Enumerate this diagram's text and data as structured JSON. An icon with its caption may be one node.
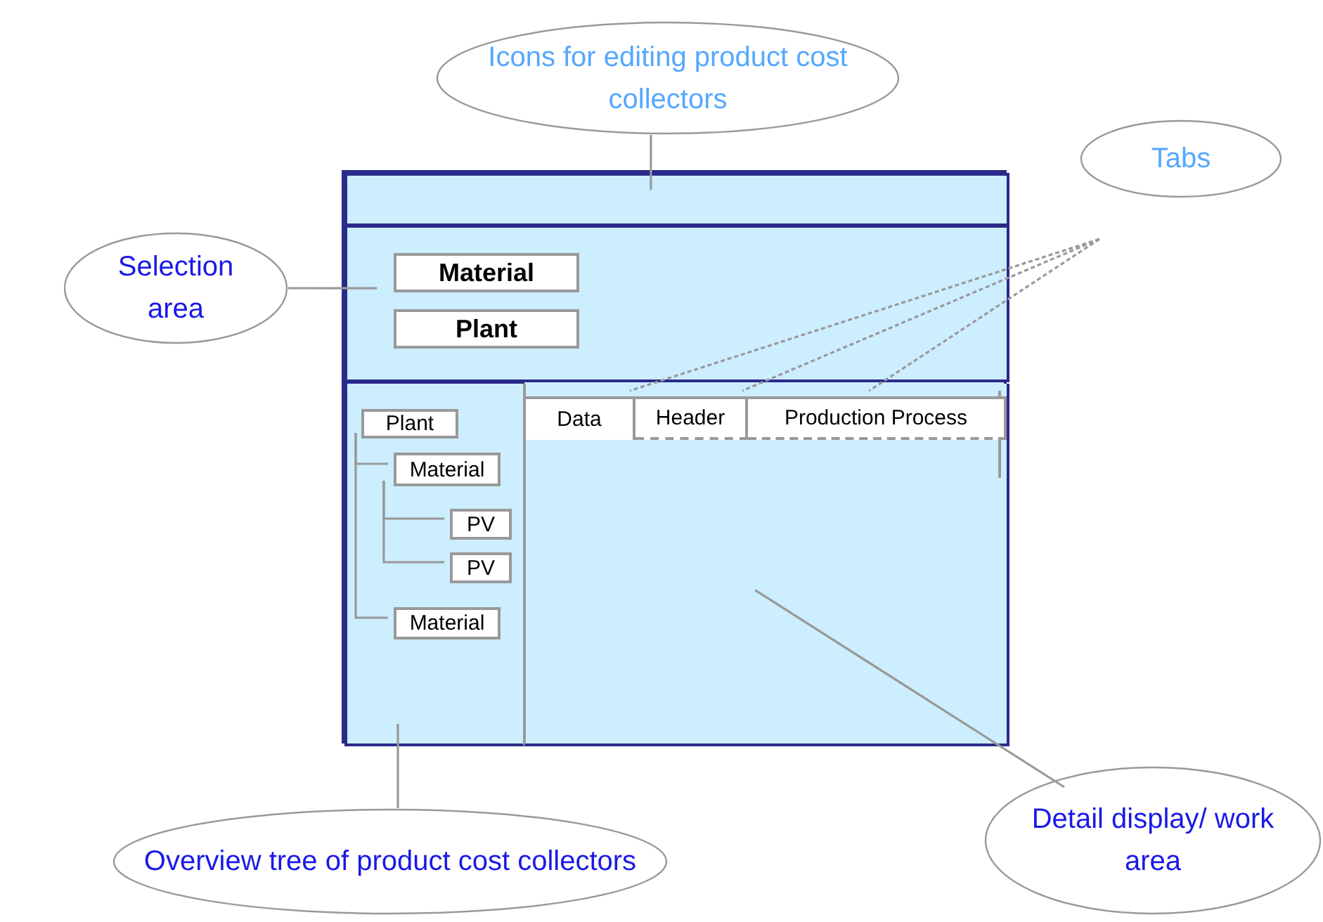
{
  "diagram": {
    "nodes": [
      {
        "text": [
          "Icons for editing product cost collectors"
        ]
      },
      {
        "text": [
          "Tabs"
        ]
      },
      {
        "text": [
          "Selection area"
        ]
      },
      {
        "text": [],
        "shape": "box"
      },
      {
        "text": [],
        "shape": "box",
        "in": 3
      },
      {
        "text": [],
        "shape": "box",
        "in": 3
      },
      {
        "text": [
          "Material"
        ],
        "in": 5
      },
      {
        "text": [
          "Plant"
        ],
        "in": 5
      },
      {
        "text": [],
        "shape": "box",
        "in": 3
      },
      {
        "text": [
          "Plant"
        ],
        "in": 8
      },
      {
        "text": [
          "Material"
        ],
        "in": 8
      },
      {
        "text": [
          "PV"
        ],
        "in": 8
      },
      {
        "text": [
          "PV"
        ],
        "in": 8
      },
      {
        "text": [
          "Material"
        ],
        "in": 8
      },
      {
        "text": [],
        "shape": "box",
        "in": 3
      },
      {
        "text": [
          "Data"
        ],
        "in": 14
      },
      {
        "text": [
          "Header"
        ],
        "in": 14
      },
      {
        "text": [
          "Production Process"
        ],
        "in": 14
      },
      {
        "text": [
          "Overview tree of product cost collectors"
        ]
      },
      {
        "text": [
          "Detail display/ work area"
        ]
      }
    ],
    "edges": [
      {
        "from": 0,
        "to": 4,
        "arrow": "none"
      },
      {
        "from": 2,
        "to": 5,
        "arrow": "none"
      },
      {
        "from": 1,
        "to": 15,
        "arrow": "none",
        "style": "dashed"
      },
      {
        "from": 1,
        "to": 16,
        "arrow": "none",
        "style": "dashed"
      },
      {
        "from": 1,
        "to": 17,
        "arrow": "none",
        "style": "dashed"
      },
      {
        "from": 18,
        "to": 8,
        "arrow": "none"
      },
      {
        "from": 19,
        "to": 14,
        "arrow": "none"
      },
      {
        "from": 9,
        "to": 10,
        "arrow": "none"
      },
      {
        "from": 10,
        "to": 11,
        "arrow": "none"
      },
      {
        "from": 10,
        "to": 12,
        "arrow": "none"
      },
      {
        "from": 9,
        "to": 13,
        "arrow": "none"
      }
    ]
  }
}
